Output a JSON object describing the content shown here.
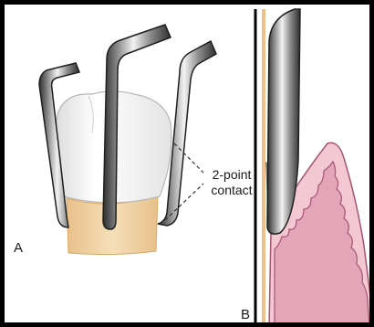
{
  "labels": {
    "panel_a": "A",
    "panel_b": "B",
    "contact_line1": "2-point",
    "contact_line2": "contact"
  },
  "colors": {
    "frame": "#000000",
    "root": "#f0d3a1",
    "gingiva": "#f0c1cd",
    "bone": "#dfa2b6",
    "outline": "#9a4a66",
    "instrument_dark": "#3b3b3b",
    "instrument_light": "#e6e6e6",
    "tooth_line": "#e9b56f",
    "calculus": "#7f7f7f"
  }
}
